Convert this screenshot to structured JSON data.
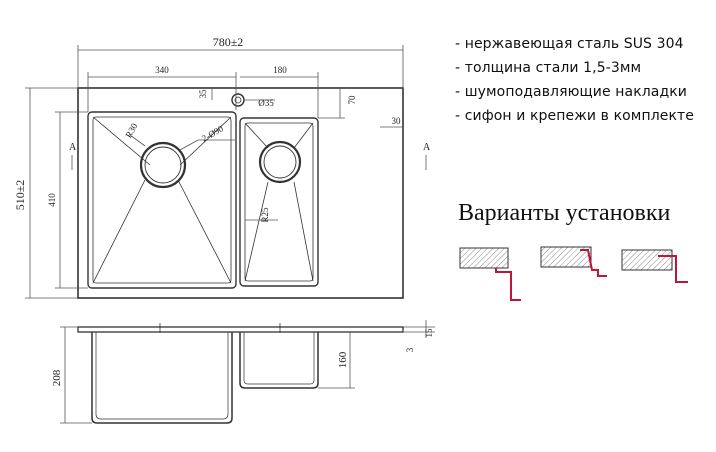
{
  "features": [
    "- нержавеющая сталь SUS 304",
    "- толщина стали 1,5-3мм",
    "- шумоподавляющие накладки",
    "- сифон и крепежи в комплекте"
  ],
  "variants_title": "Варианты установки",
  "dimensions": {
    "overall_width": "780±2",
    "overall_depth": "510±2",
    "left_bowl_width": "340",
    "right_bowl_width": "180",
    "hole_offset": "35",
    "hole_diameter": "Ø35",
    "back_margin": "70",
    "side_margin": "30",
    "bowl_depth_plan": "410",
    "drain_diameter": "2-Ø90",
    "corner_radius_large": "R30",
    "corner_radius_small": "R25",
    "section_marker_left": "A",
    "section_marker_right": "A",
    "total_height": "208",
    "small_bowl_height": "160",
    "rim_height": "15",
    "rim_thickness": "3"
  },
  "colors": {
    "line": "#333333",
    "dim": "#555555",
    "accent_red": "#c0143c",
    "hatch_fill": "#d9d9d9"
  }
}
